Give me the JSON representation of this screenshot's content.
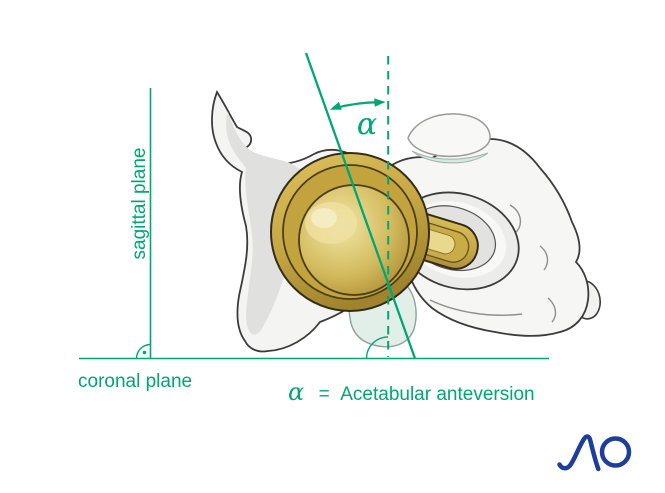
{
  "figure": {
    "type": "medical-illustration-acetabular-anteversion",
    "labels": {
      "sagittal_plane": "sagittal plane",
      "coronal_plane": "coronal plane",
      "angle_symbol": "α"
    },
    "caption": {
      "symbol": "α",
      "equals": "=",
      "text": "Acetabular anteversion"
    },
    "logo": {
      "text": "AO"
    },
    "colors": {
      "annotation_green": "#00a676",
      "logo_blue": "#1d3e99",
      "implant_gold": "#cfae44",
      "implant_gold_light": "#ecdf9d",
      "bone_fill": "#f4f4f3",
      "bone_shade": "#e0e0de",
      "bone_outline": "#3c3c3c",
      "cartilage_mint": "#e2efe9"
    }
  }
}
